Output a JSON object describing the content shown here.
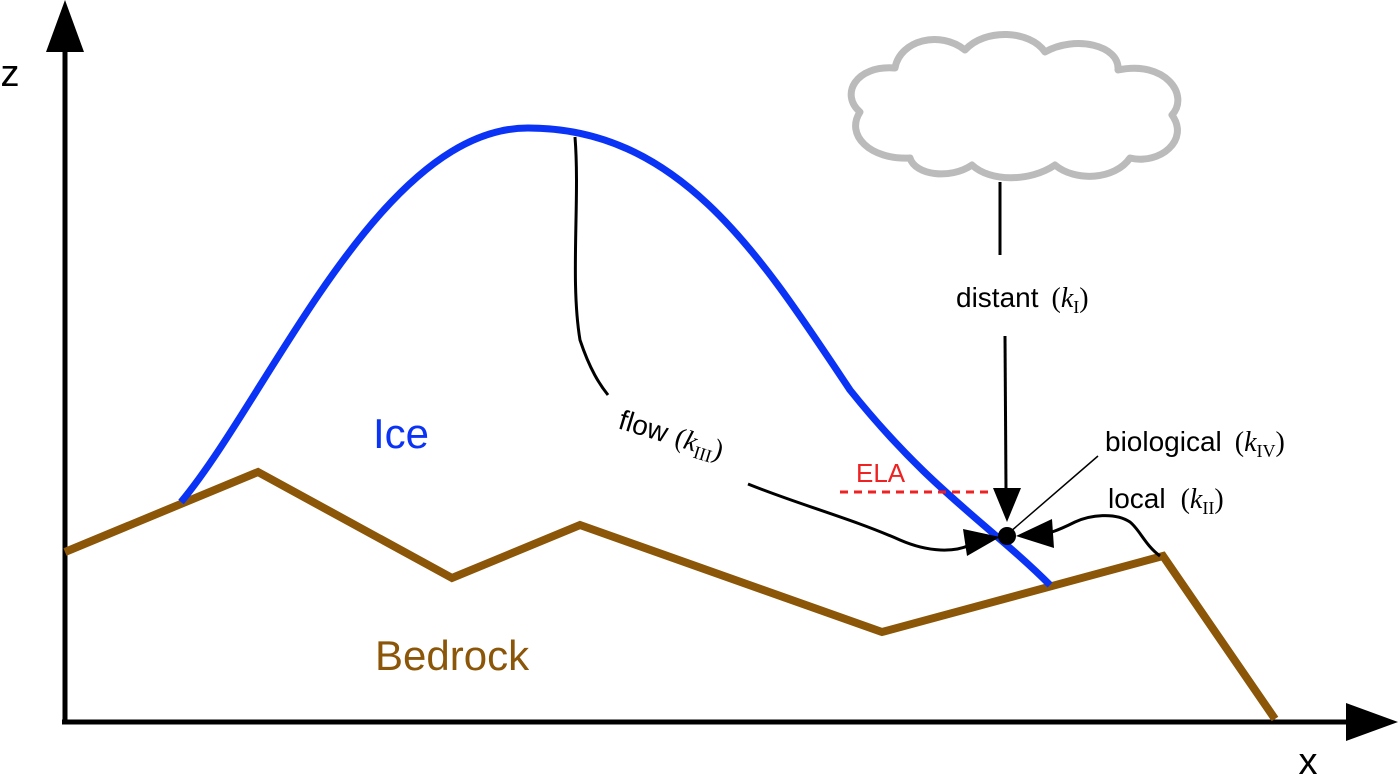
{
  "axes": {
    "x_label": "x",
    "z_label": "z"
  },
  "regions": {
    "ice_label": "Ice",
    "bedrock_label": "Bedrock"
  },
  "ela_label": "ELA",
  "sources": {
    "distant": {
      "word": "distant",
      "k": "k",
      "sub": "I"
    },
    "flow": {
      "word": "flow",
      "k": "k",
      "sub": "III"
    },
    "local": {
      "word": "local",
      "k": "k",
      "sub": "II"
    },
    "biological": {
      "word": "biological",
      "k": "k",
      "sub": "IV"
    }
  },
  "colors": {
    "ice": "#0a33f5",
    "bedrock": "#8b5608",
    "ela": "#ee2222",
    "cloud": "#bbbbbb",
    "ink": "#000000"
  }
}
